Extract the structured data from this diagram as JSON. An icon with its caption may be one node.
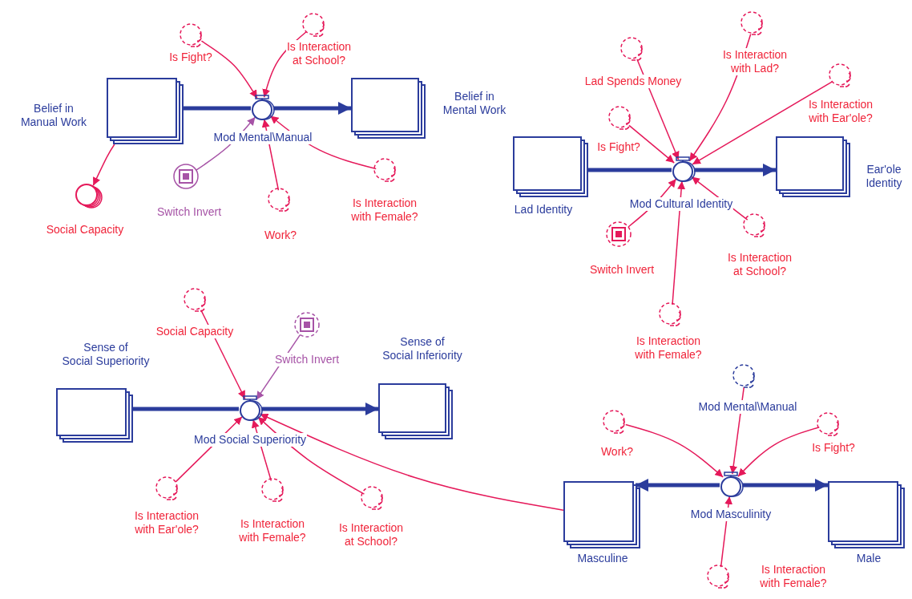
{
  "diagram": {
    "nodes": [
      {
        "text": [],
        "shape": "box",
        "beside": [
          "Belief in Manual Work"
        ]
      },
      {
        "text": [],
        "shape": "circle",
        "beside": [
          "Mod Mental\\Manual"
        ]
      },
      {
        "text": [],
        "shape": "box",
        "beside": [
          "Belief in Mental Work"
        ]
      },
      {
        "text": [],
        "shape": "circle",
        "beside": [
          "Is Fight?"
        ]
      },
      {
        "text": [],
        "shape": "circle",
        "beside": [
          "Is Interaction at School?"
        ]
      },
      {
        "text": [],
        "shape": "circle",
        "beside": [
          "Switch Invert"
        ]
      },
      {
        "text": [],
        "shape": "circle",
        "beside": [
          "Work?"
        ]
      },
      {
        "text": [],
        "shape": "circle",
        "beside": [
          "Is Interaction with Female?"
        ]
      },
      {
        "text": [],
        "shape": "circle",
        "beside": [
          "Social Capacity"
        ]
      },
      {
        "text": [],
        "shape": "box",
        "beside": [
          "Lad Identity"
        ]
      },
      {
        "text": [],
        "shape": "circle",
        "beside": [
          "Mod Cultural Identity"
        ]
      },
      {
        "text": [],
        "shape": "box",
        "beside": [
          "Ear'ole Identity"
        ]
      },
      {
        "text": [],
        "shape": "circle",
        "beside": [
          "Lad Spends Money"
        ]
      },
      {
        "text": [],
        "shape": "circle",
        "beside": [
          "Is Interaction with Lad?"
        ]
      },
      {
        "text": [],
        "shape": "circle",
        "beside": [
          "Is Interaction with Ear'ole?"
        ]
      },
      {
        "text": [],
        "shape": "circle",
        "beside": [
          "Is Fight?"
        ]
      },
      {
        "text": [],
        "shape": "circle",
        "beside": [
          "Switch Invert"
        ]
      },
      {
        "text": [],
        "shape": "circle",
        "beside": [
          "Is Interaction at School?"
        ]
      },
      {
        "text": [],
        "shape": "circle",
        "beside": [
          "Is Interaction with Female?"
        ]
      },
      {
        "text": [],
        "shape": "box",
        "beside": [
          "Sense of Social Superiority"
        ]
      },
      {
        "text": [],
        "shape": "circle",
        "beside": [
          "Mod Social Superiority"
        ]
      },
      {
        "text": [],
        "shape": "box",
        "beside": [
          "Sense of Social Inferiority"
        ]
      },
      {
        "text": [],
        "shape": "circle",
        "beside": [
          "Social Capacity"
        ]
      },
      {
        "text": [],
        "shape": "circle",
        "beside": [
          "Switch Invert"
        ]
      },
      {
        "text": [],
        "shape": "circle",
        "beside": [
          "Is Interaction with Ear'ole?"
        ]
      },
      {
        "text": [],
        "shape": "circle",
        "beside": [
          "Is Interaction with Female?"
        ]
      },
      {
        "text": [],
        "shape": "circle",
        "beside": [
          "Is Interaction at School?"
        ]
      },
      {
        "text": [],
        "shape": "box",
        "beside": [
          "Masculine"
        ]
      },
      {
        "text": [],
        "shape": "circle",
        "beside": [
          "Mod Masculinity"
        ]
      },
      {
        "text": [],
        "shape": "box",
        "beside": [
          "Male"
        ]
      },
      {
        "text": [],
        "shape": "circle",
        "beside": [
          "Mod Mental\\Manual"
        ]
      },
      {
        "text": [],
        "shape": "circle",
        "beside": [
          "Work?"
        ]
      },
      {
        "text": [],
        "shape": "circle",
        "beside": [
          "Is Fight?"
        ]
      },
      {
        "text": [],
        "shape": "circle",
        "beside": [
          "Is Interaction with Female?"
        ]
      }
    ],
    "edges": [
      {
        "from": 0,
        "to": 1,
        "arrow": "none",
        "style": "thick",
        "color": "#2b3c9c"
      },
      {
        "from": 1,
        "to": 2,
        "arrow": "to",
        "style": "thick",
        "color": "#2b3c9c"
      },
      {
        "from": 3,
        "to": 1,
        "arrow": "to"
      },
      {
        "from": 4,
        "to": 1,
        "arrow": "to"
      },
      {
        "from": 5,
        "to": 1,
        "arrow": "to",
        "color": "#a653a6"
      },
      {
        "from": 6,
        "to": 1,
        "arrow": "to"
      },
      {
        "from": 7,
        "to": 1,
        "arrow": "to"
      },
      {
        "from": 0,
        "to": 8,
        "arrow": "to"
      },
      {
        "from": 9,
        "to": 10,
        "arrow": "none",
        "style": "thick",
        "color": "#2b3c9c"
      },
      {
        "from": 10,
        "to": 11,
        "arrow": "to",
        "style": "thick",
        "color": "#2b3c9c"
      },
      {
        "from": 12,
        "to": 10,
        "arrow": "to"
      },
      {
        "from": 13,
        "to": 10,
        "arrow": "to"
      },
      {
        "from": 14,
        "to": 10,
        "arrow": "to"
      },
      {
        "from": 15,
        "to": 10,
        "arrow": "to"
      },
      {
        "from": 16,
        "to": 10,
        "arrow": "to"
      },
      {
        "from": 17,
        "to": 10,
        "arrow": "to"
      },
      {
        "from": 18,
        "to": 10,
        "arrow": "to"
      },
      {
        "from": 19,
        "to": 20,
        "arrow": "none",
        "style": "thick",
        "color": "#2b3c9c"
      },
      {
        "from": 20,
        "to": 21,
        "arrow": "to",
        "style": "thick",
        "color": "#2b3c9c"
      },
      {
        "from": 22,
        "to": 20,
        "arrow": "to"
      },
      {
        "from": 23,
        "to": 20,
        "arrow": "to",
        "color": "#a653a6"
      },
      {
        "from": 24,
        "to": 20,
        "arrow": "to"
      },
      {
        "from": 25,
        "to": 20,
        "arrow": "to"
      },
      {
        "from": 26,
        "to": 20,
        "arrow": "to"
      },
      {
        "from": 27,
        "to": 20,
        "arrow": "to"
      },
      {
        "from": 28,
        "to": 27,
        "arrow": "to",
        "style": "thick",
        "color": "#2b3c9c"
      },
      {
        "from": 28,
        "to": 29,
        "arrow": "to",
        "style": "thick",
        "color": "#2b3c9c"
      },
      {
        "from": 30,
        "to": 28,
        "arrow": "to"
      },
      {
        "from": 31,
        "to": 28,
        "arrow": "to"
      },
      {
        "from": 32,
        "to": 28,
        "arrow": "to"
      },
      {
        "from": 33,
        "to": 28,
        "arrow": "to"
      }
    ]
  }
}
